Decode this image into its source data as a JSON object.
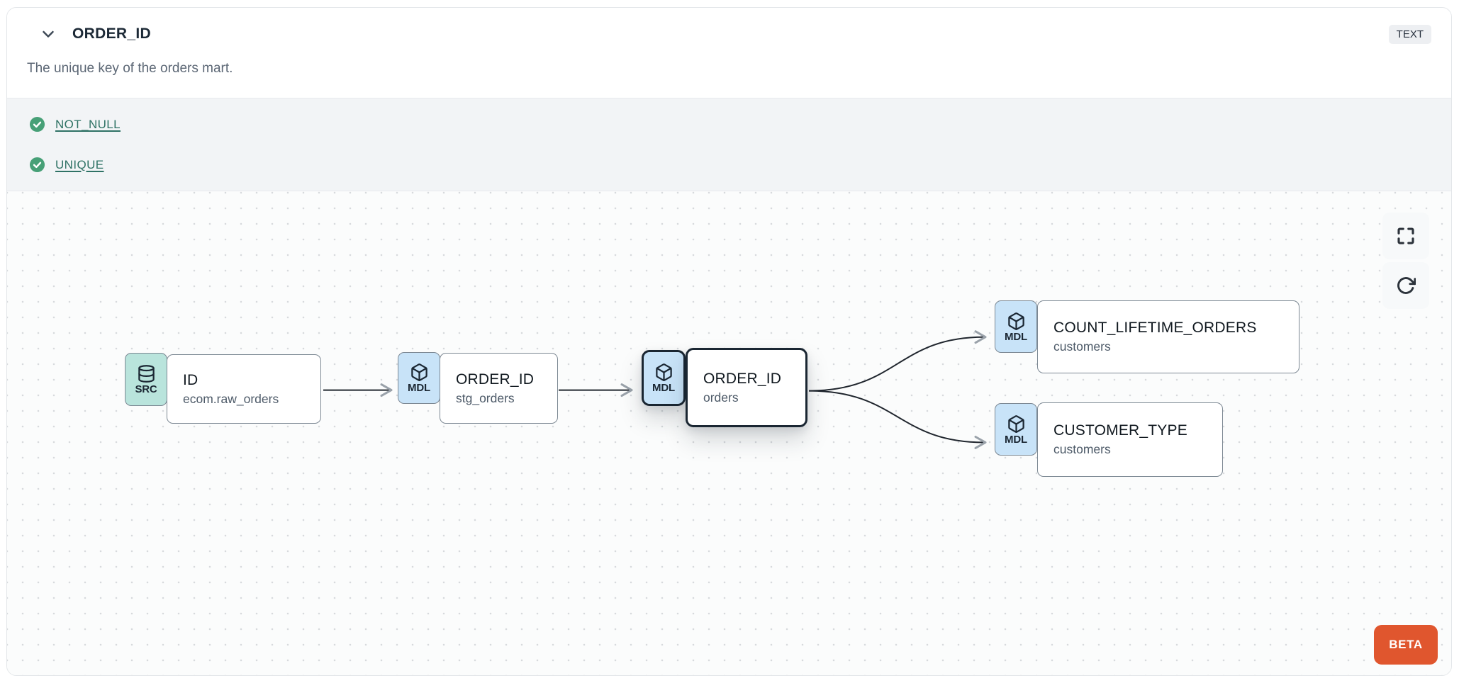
{
  "header": {
    "title": "ORDER_ID",
    "type_badge": "TEXT",
    "description": "The unique key of the orders mart.",
    "collapse_icon": "chevron-down-icon"
  },
  "tests": [
    {
      "label": "NOT_NULL",
      "status": "pass",
      "icon": "check-circle-icon"
    },
    {
      "label": "UNIQUE",
      "status": "pass",
      "icon": "check-circle-icon"
    }
  ],
  "lineage": {
    "nodes": [
      {
        "kind": "SRC",
        "icon": "database-icon",
        "title": "ID",
        "subtitle": "ecom.raw_orders",
        "selected": false
      },
      {
        "kind": "MDL",
        "icon": "cube-icon",
        "title": "ORDER_ID",
        "subtitle": "stg_orders",
        "selected": false
      },
      {
        "kind": "MDL",
        "icon": "cube-icon",
        "title": "ORDER_ID",
        "subtitle": "orders",
        "selected": true
      },
      {
        "kind": "MDL",
        "icon": "cube-icon",
        "title": "COUNT_LIFETIME_ORDERS",
        "subtitle": "customers",
        "selected": false
      },
      {
        "kind": "MDL",
        "icon": "cube-icon",
        "title": "CUSTOMER_TYPE",
        "subtitle": "customers",
        "selected": false
      }
    ],
    "edges": [
      {
        "from": 0,
        "to": 1
      },
      {
        "from": 1,
        "to": 2
      },
      {
        "from": 2,
        "to": 3
      },
      {
        "from": 2,
        "to": 4
      }
    ],
    "controls": [
      {
        "icon": "fullscreen-icon"
      },
      {
        "icon": "refresh-icon"
      }
    ],
    "beta_label": "BETA"
  },
  "colors": {
    "accent_orange": "#e0562e",
    "test_green": "#47a077",
    "test_link_teal": "#2f7265",
    "src_tab_teal": "#b9e4dc",
    "mdl_tab_blue": "#c8e3f8",
    "selected_border": "#1a2632",
    "node_border_gray": "#7c8893",
    "edge_dark": "#20262e",
    "arrowhead_gray": "#9aa2aa",
    "tests_bg": "#f2f4f6",
    "canvas_bg": "#fbfcfc"
  }
}
